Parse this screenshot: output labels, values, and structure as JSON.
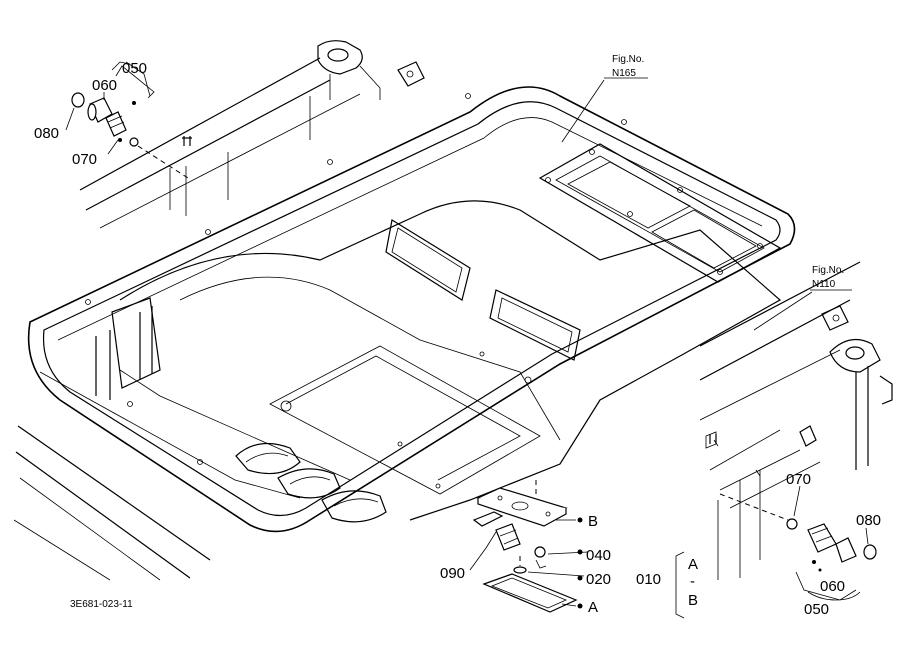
{
  "refs": {
    "fig_n165_title": "Fig.No.",
    "fig_n165_code": "N165",
    "fig_n110_title": "Fig.No.",
    "fig_n110_code": "N110"
  },
  "parts": {
    "p050_top": "050",
    "p060_top": "060",
    "p080_top": "080",
    "p070_top": "070",
    "p070_right": "070",
    "p080_right": "080",
    "p060_right": "060",
    "p050_right": "050",
    "p090": "090",
    "p040": "040",
    "p020": "020",
    "p010": "010",
    "tag_b": "B",
    "tag_a": "A",
    "range_a": "A",
    "range_sep": "-",
    "range_b": "B"
  },
  "drawing_code": "3E681-023-11"
}
